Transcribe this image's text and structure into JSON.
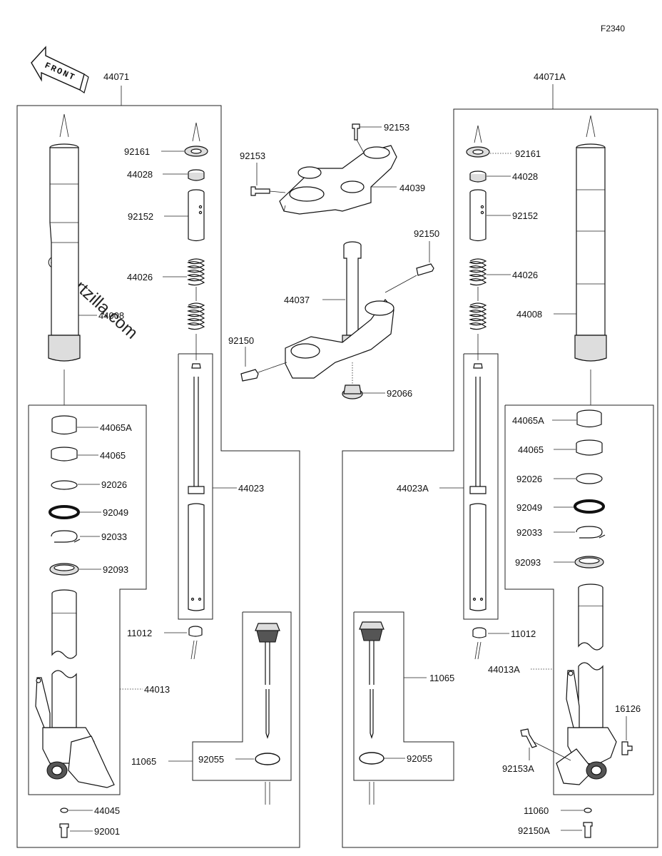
{
  "figure_code": "F2340",
  "front_label": "FRONT",
  "watermark": "© Partzilla.com",
  "labels": {
    "l44071": "44071",
    "l44071A": "44071A",
    "l92161L": "92161",
    "l44028L": "44028",
    "l92152L": "92152",
    "l44026L": "44026",
    "l44008L": "44008",
    "l44065AL": "44065A",
    "l44065L": "44065",
    "l92026L": "92026",
    "l92049L": "92049",
    "l92033L": "92033",
    "l92093L": "92093",
    "l44023": "44023",
    "l11012L": "11012",
    "l44013": "44013",
    "l11065L": "11065",
    "l92055L": "92055",
    "l44045": "44045",
    "l92001": "92001",
    "l92153a": "92153",
    "l92153b": "92153",
    "l44039": "44039",
    "l92150a": "92150",
    "l44037": "44037",
    "l92150b": "92150",
    "l92066": "92066",
    "l92161R": "92161",
    "l44028R": "44028",
    "l92152R": "92152",
    "l44026R": "44026",
    "l44008R": "44008",
    "l44065AR": "44065A",
    "l44065R": "44065",
    "l92026R": "92026",
    "l92049R": "92049",
    "l92033R": "92033",
    "l92093R": "92093",
    "l44023A": "44023A",
    "l11012R": "11012",
    "l11065R": "11065",
    "l92055R": "92055",
    "l44013A": "44013A",
    "l16126": "16126",
    "l92153A": "92153A",
    "l11060": "11060",
    "l92150A": "92150A"
  }
}
